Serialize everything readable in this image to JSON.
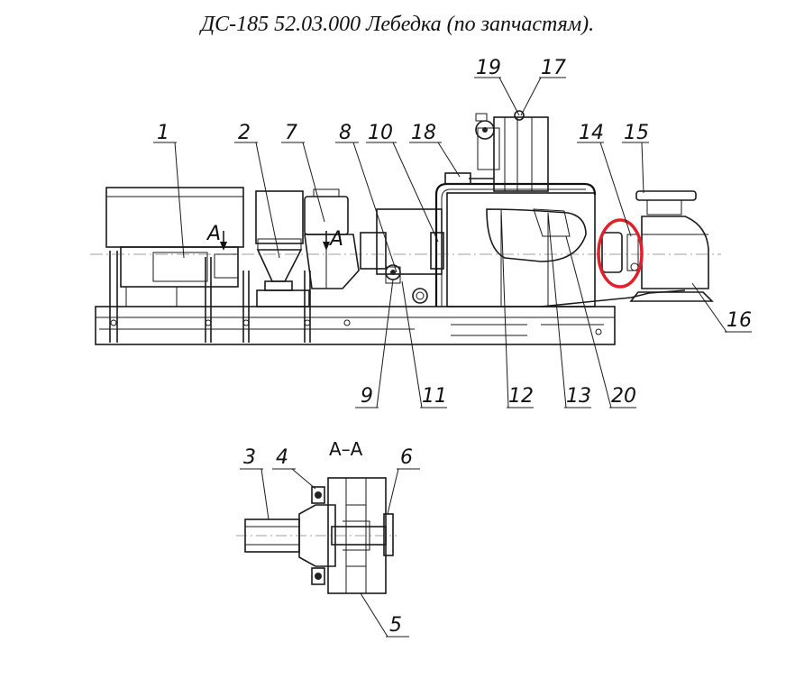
{
  "title": "ДС-185 52.03.000  Лебедка (по запчастям).",
  "section": {
    "mark": "А",
    "title": "А–А"
  },
  "callouts": {
    "n1": "1",
    "n2": "2",
    "n3": "3",
    "n4": "4",
    "n5": "5",
    "n6": "6",
    "n7": "7",
    "n8": "8",
    "n9": "9",
    "n10": "10",
    "n11": "11",
    "n12": "12",
    "n13": "13",
    "n14": "14",
    "n15": "15",
    "n16": "16",
    "n17": "17",
    "n18": "18",
    "n19": "19",
    "n20": "20"
  },
  "highlight_color": "#e0202a"
}
